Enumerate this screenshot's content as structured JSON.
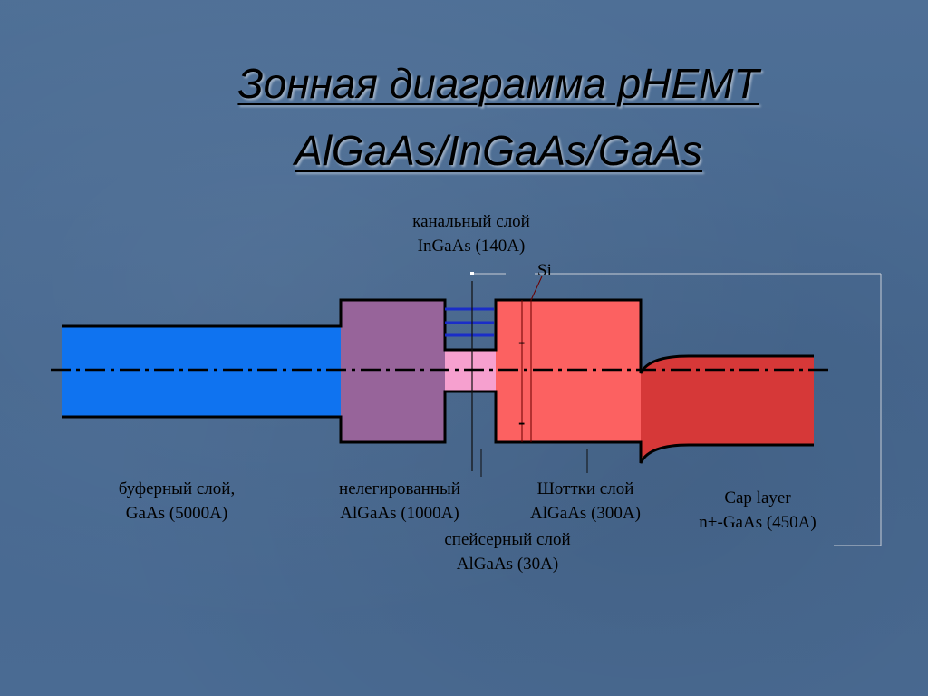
{
  "slide": {
    "title_line1": "Зонная диаграмма pHEMT",
    "title_line2": "AlGaAs/InGaAs/GaAs"
  },
  "labels": {
    "channel_line1": "канальный слой",
    "channel_line2": "InGaAs (140A)",
    "si": "Si",
    "buffer_line1": "буферный слой,",
    "buffer_line2": "GaAs (5000A)",
    "undoped_line1": "нелегированный",
    "undoped_line2": "AlGaAs (1000A)",
    "schottky_line1": "Шоттки слой",
    "schottky_line2": "AlGaAs (300A)",
    "spacer_line1": "спейсерный слой",
    "spacer_line2": "AlGaAs (30A)",
    "cap_line1": "Cap layer",
    "cap_line2": "n+-GaAs (450A)",
    "charge_top": "-",
    "charge_bottom": "-"
  },
  "colors": {
    "buffer": "#0f73f0",
    "undoped": "#97649a",
    "spacer": "#f6a0cf",
    "schottky": "#fc6161",
    "cap": "#d63838",
    "subband_lines": "#1a2dc8",
    "outline": "#000000"
  }
}
